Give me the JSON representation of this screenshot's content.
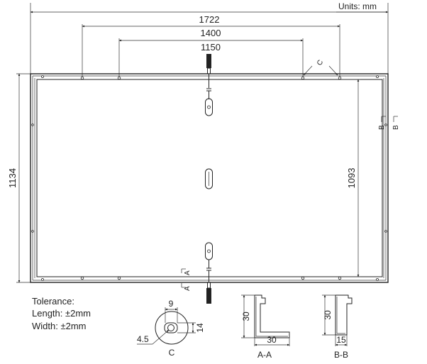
{
  "units_label": "Units: mm",
  "dims": {
    "d1722": "1722",
    "d1400": "1400",
    "d1150": "1150",
    "d1134": "1134",
    "d1093": "1093"
  },
  "section_marks": {
    "c_top": "C",
    "b_left": "B",
    "b_right": "B",
    "a_top": "A",
    "a_bottom": "A"
  },
  "tolerance": {
    "title": "Tolerance:",
    "length": "Length: ±2mm",
    "width": "Width: ±2mm"
  },
  "detail_c": {
    "d9": "9",
    "d14": "14",
    "d45": "4.5",
    "caption": "C"
  },
  "detail_aa": {
    "d30v": "30",
    "d30h": "30",
    "caption": "A-A"
  },
  "detail_bb": {
    "d30v": "30",
    "d15": "15",
    "caption": "B-B"
  }
}
